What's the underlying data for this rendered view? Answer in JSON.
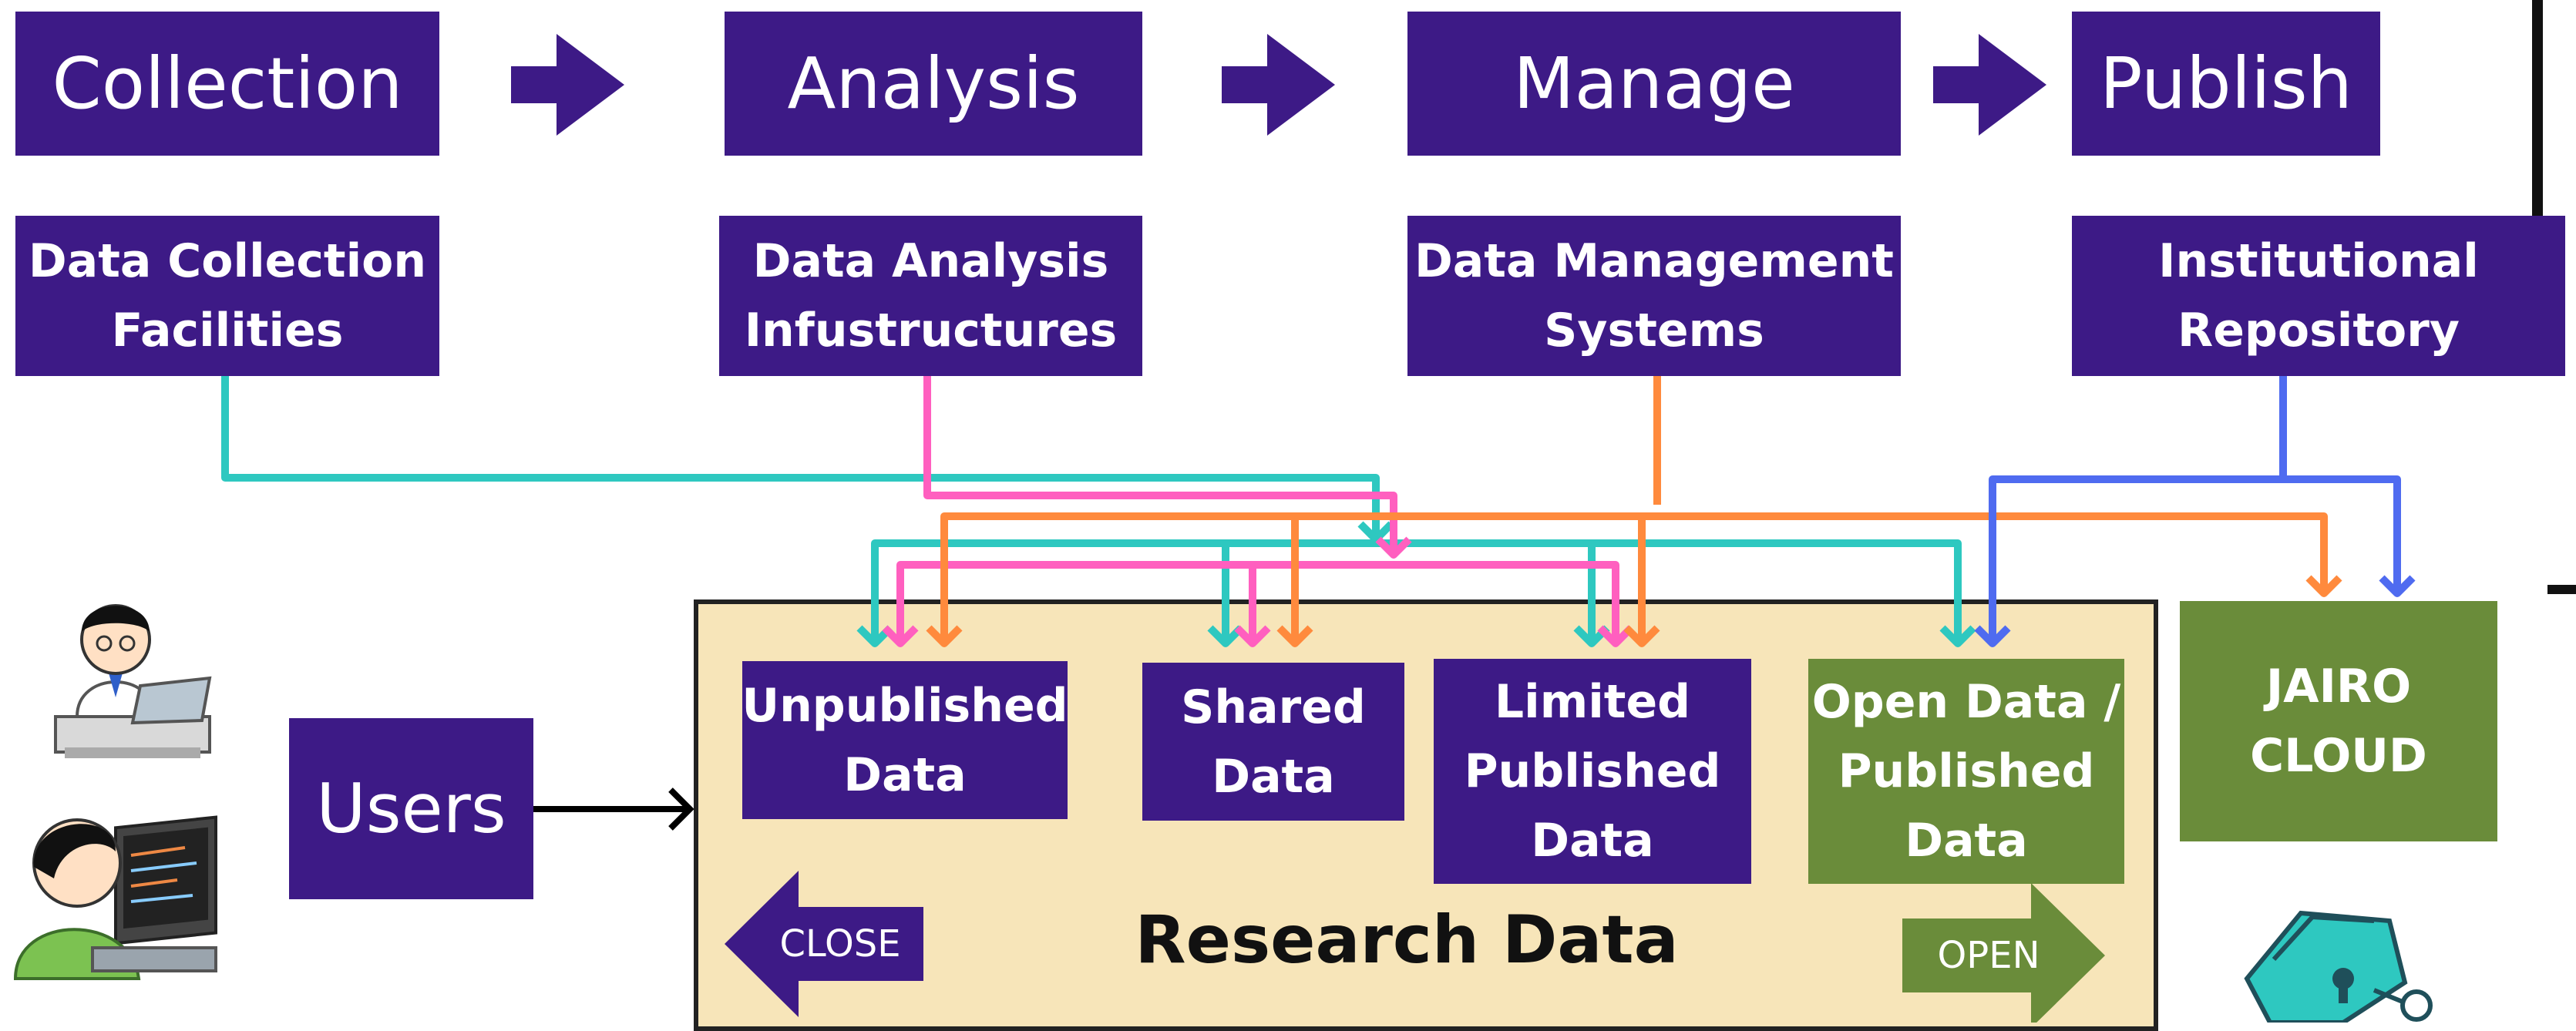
{
  "stages": [
    {
      "id": "collection",
      "label": "Collection"
    },
    {
      "id": "analysis",
      "label": "Analysis"
    },
    {
      "id": "manage",
      "label": "Manage"
    },
    {
      "id": "publish",
      "label": "Publish"
    }
  ],
  "systems": [
    {
      "id": "facilities",
      "label": "Data Collection\nFacilities"
    },
    {
      "id": "infra",
      "label": "Data Analysis\nInfustructures"
    },
    {
      "id": "dms",
      "label": "Data Management\nSystems"
    },
    {
      "id": "repo",
      "label": "Institutional\nRepository"
    }
  ],
  "users": {
    "label": "Users"
  },
  "research_data": {
    "title": "Research Data",
    "close_label": "CLOSE",
    "open_label": "OPEN",
    "categories": [
      {
        "id": "unpublished",
        "label": "Unpublished\nData"
      },
      {
        "id": "shared",
        "label": "Shared\nData"
      },
      {
        "id": "limited",
        "label": "Limited\nPublished\nData"
      },
      {
        "id": "open",
        "label": "Open Data /\nPublished\nData"
      }
    ]
  },
  "jairo": {
    "label": "JAIRO\nCLOUD"
  },
  "colors": {
    "purple": "#3d1a86",
    "green": "#6a8c3a",
    "panel": "#f7e5b9",
    "teal": "#2ec8c0",
    "pink": "#ff5fbf",
    "orange": "#ff8a3d",
    "blue": "#4f6bf0"
  },
  "icons": [
    "researcher-laptop-icon",
    "programmer-icon",
    "locked-folder-icon"
  ]
}
